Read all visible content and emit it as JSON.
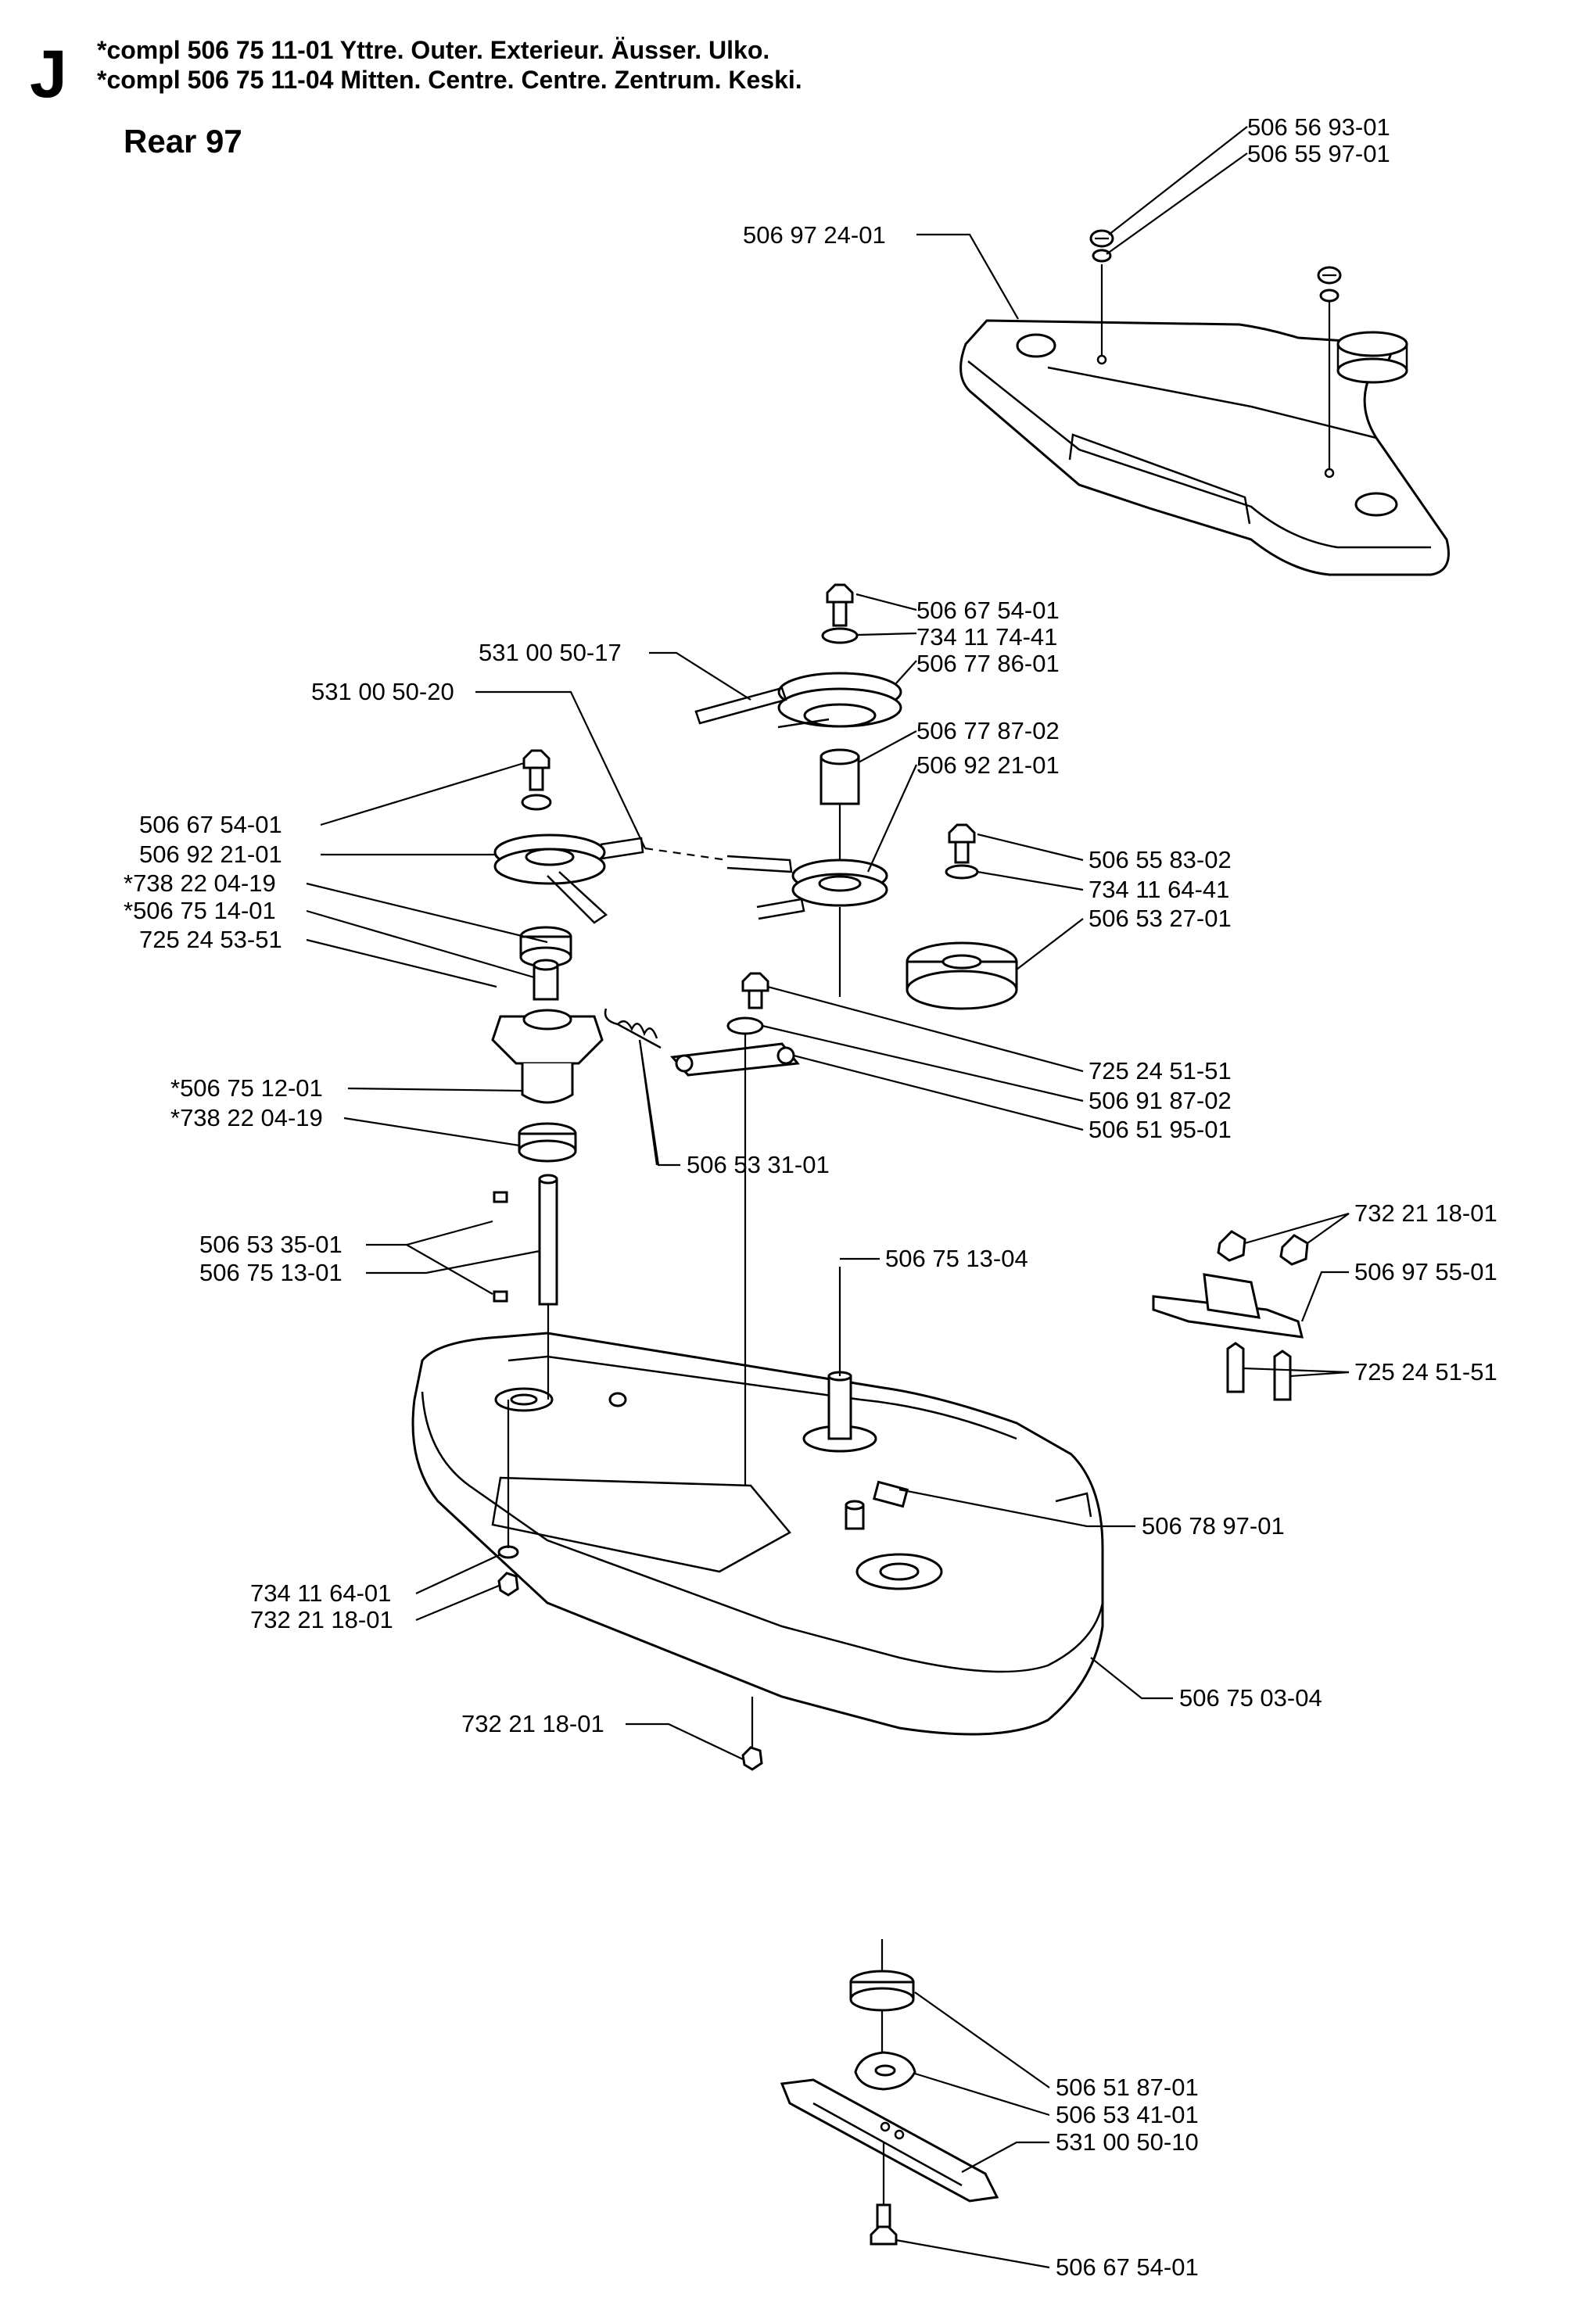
{
  "header": {
    "section_letter": "J",
    "line1": "*compl 506 75 11-01  Yttre. Outer. Exterieur. Äusser. Ulko.",
    "line2": "*compl 506 75 11-04  Mitten. Centre. Centre. Zentrum. Keski.",
    "title": "Rear 97"
  },
  "callouts": [
    {
      "id": "c01",
      "text": "506 56 93-01"
    },
    {
      "id": "c02",
      "text": "506 55 97-01"
    },
    {
      "id": "c03",
      "text": "506 97 24-01"
    },
    {
      "id": "c04",
      "text": "506 67 54-01"
    },
    {
      "id": "c05",
      "text": "734 11 74-41"
    },
    {
      "id": "c06",
      "text": "531 00 50-17"
    },
    {
      "id": "c07",
      "text": "506 77 86-01"
    },
    {
      "id": "c08",
      "text": "531 00 50-20"
    },
    {
      "id": "c09",
      "text": "506 77 87-02"
    },
    {
      "id": "c10",
      "text": "506 92 21-01"
    },
    {
      "id": "c11",
      "text": "506 67 54-01"
    },
    {
      "id": "c12",
      "text": "506 92 21-01"
    },
    {
      "id": "c13",
      "text": "506 55 83-02"
    },
    {
      "id": "c14",
      "text": "*738 22 04-19"
    },
    {
      "id": "c15",
      "text": "734 11 64-41"
    },
    {
      "id": "c16",
      "text": "*506 75 14-01"
    },
    {
      "id": "c17",
      "text": "506 53 27-01"
    },
    {
      "id": "c18",
      "text": "725 24 53-51"
    },
    {
      "id": "c19",
      "text": "725 24 51-51"
    },
    {
      "id": "c20",
      "text": "*506 75 12-01"
    },
    {
      "id": "c21",
      "text": "506 91 87-02"
    },
    {
      "id": "c22",
      "text": "*738 22 04-19"
    },
    {
      "id": "c23",
      "text": "506 51 95-01"
    },
    {
      "id": "c24",
      "text": "506 53 31-01"
    },
    {
      "id": "c25",
      "text": "732 21 18-01"
    },
    {
      "id": "c26",
      "text": "506 53 35-01"
    },
    {
      "id": "c27",
      "text": "506 75 13-04"
    },
    {
      "id": "c28",
      "text": "506 75 13-01"
    },
    {
      "id": "c29",
      "text": "506 97 55-01"
    },
    {
      "id": "c30",
      "text": "725 24 51-51"
    },
    {
      "id": "c31",
      "text": "506 78 97-01"
    },
    {
      "id": "c32",
      "text": "734 11 64-01"
    },
    {
      "id": "c33",
      "text": "732 21 18-01"
    },
    {
      "id": "c34",
      "text": "506 75 03-04"
    },
    {
      "id": "c35",
      "text": "732 21 18-01"
    },
    {
      "id": "c36",
      "text": "506 51 87-01"
    },
    {
      "id": "c37",
      "text": "506 53 41-01"
    },
    {
      "id": "c38",
      "text": "531 00 50-10"
    },
    {
      "id": "c39",
      "text": "506 67 54-01"
    }
  ]
}
